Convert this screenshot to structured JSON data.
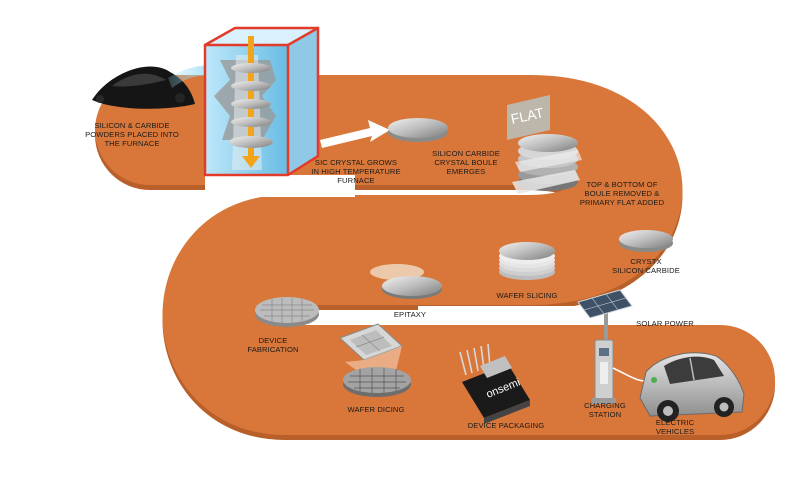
{
  "steps": {
    "powders": "SILICON & CARBIDE\nPOWDERS PLACED INTO\nTHE FURNACE",
    "crystal_grows": "SIC CRYSTAL GROWS\nIN HIGH TEMPERATURE\nFURNACE",
    "boule_emerges": "SILICON CARBIDE\nCRYSTAL BOULE\nEMERGES",
    "flat_added": "TOP & BOTTOM OF\nBOULE REMOVED &\nPRIMARY FLAT ADDED",
    "crystx": "CRYSTX\nSILICON CARBIDE",
    "wafer_slicing": "WAFER SLICING",
    "epitaxy": "EPITAXY",
    "device_fabrication": "DEVICE\nFABRICATION",
    "wafer_dicing": "WAFER DICING",
    "device_packaging": "DEVICE PACKAGING",
    "solar_power": "SOLAR POWER",
    "charging_station": "CHARGING\nSTATION",
    "electric_vehicles": "ELECTRIC\nVEHICLES"
  },
  "flat_tag": "FLAT",
  "chip_brand": "onsemi",
  "colors": {
    "path": "#D9773A",
    "path_shadow": "#B9602A",
    "furnace_red": "#E23B2A",
    "furnace_glass": "#8FD3F2",
    "wafer": "#C9C9C9"
  }
}
